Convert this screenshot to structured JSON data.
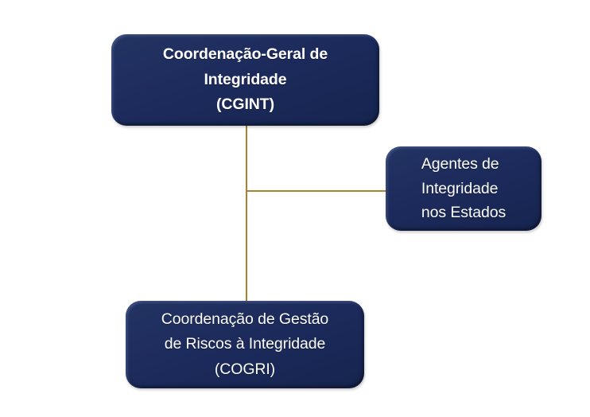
{
  "diagram": {
    "type": "organizational-chart",
    "title": "",
    "background_color": "#ffffff",
    "node_fill_color": "#1c2b5c",
    "node_text_color": "#ffffff",
    "connector_color": "#a8822c",
    "nodes": [
      {
        "id": "cgint",
        "label": "Coordenação-Geral de\nIntegridade\n(CGINT)",
        "short_name": "CGINT",
        "full_name": "Coordenação-Geral de Integridade",
        "role": "root",
        "emphasis": "bold",
        "text_align": "center"
      },
      {
        "id": "agentes",
        "label": "Agentes de\nIntegridade\nnos Estados",
        "short_name": "Agentes de Integridade nos Estados",
        "full_name": "Agentes de Integridade nos Estados",
        "role": "branch",
        "emphasis": "regular",
        "text_align": "left"
      },
      {
        "id": "cogri",
        "label": "Coordenação de Gestão\nde Riscos à Integridade\n(COGRI)",
        "short_name": "COGRI",
        "full_name": "Coordenação de Gestão de Riscos à Integridade",
        "role": "child",
        "emphasis": "regular",
        "text_align": "center"
      }
    ],
    "edges": [
      {
        "id": "cgint-to-agentes",
        "from": "cgint",
        "to": "agentes",
        "style": "elbow"
      },
      {
        "id": "cgint-to-cogri",
        "from": "cgint",
        "to": "cogri",
        "style": "straight"
      }
    ]
  }
}
